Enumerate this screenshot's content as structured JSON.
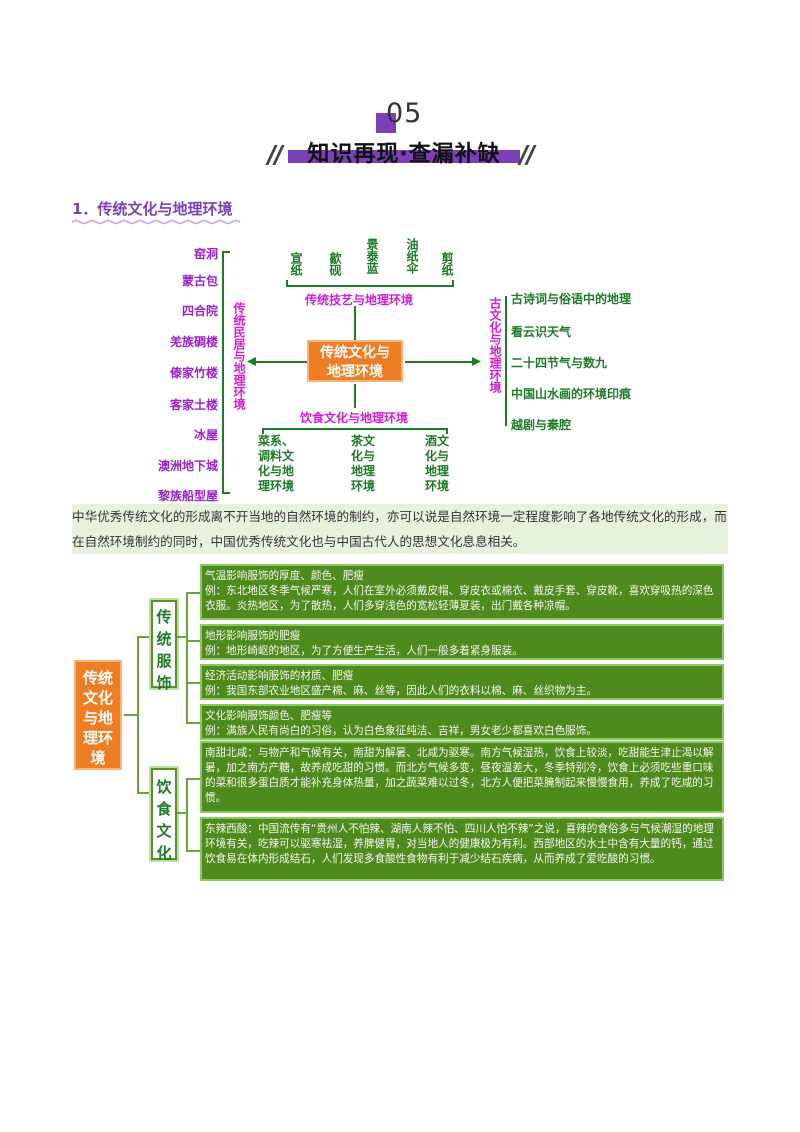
{
  "header": {
    "number": "05",
    "title": "知识再现·查漏补缺"
  },
  "section": {
    "title": "1．传统文化与地理环境"
  },
  "map1": {
    "center": [
      "传统文化与",
      "地理环境"
    ],
    "left_items": [
      "窑洞",
      "蒙古包",
      "四合院",
      "羌族碉楼",
      "傣家竹楼",
      "客家土楼",
      "冰屋",
      "澳洲地下城",
      "黎族船型屋"
    ],
    "left_label": "传统民居与地理环境",
    "top_items": [
      "宣纸",
      "歙砚",
      "景泰蓝",
      "油纸伞",
      "剪纸"
    ],
    "top_label": "传统技艺与地理环境",
    "right_label": "古文化与地理环境",
    "right_items": [
      "古诗词与俗语中的地理",
      "看云识天气",
      "二十四节气与数九",
      "中国山水画的环境印痕",
      "越剧与秦腔"
    ],
    "bottom_label": "饮食文化与地理环境",
    "bottom_items": [
      [
        "菜系、",
        "调料文",
        "化与地",
        "理环境"
      ],
      [
        "茶文",
        "化与",
        "地理",
        "环境"
      ],
      [
        "酒文",
        "化与",
        "地理",
        "环境"
      ]
    ]
  },
  "paragraph": "中华优秀传统文化的形成离不开当地的自然环境的制约，亦可以说是自然环境一定程度影响了各地传统文化的形成，而在自然环境制约的同时，中国优秀传统文化也与中国古代人的思想文化息息相关。",
  "map2": {
    "root": "传统文化与地理环境",
    "branches": [
      "传统服饰",
      "饮食文化"
    ],
    "clothing": [
      "气温影响服饰的厚度、颜色、肥瘦\n例：东北地区冬季气候严寒，人们在室外必须戴皮帽、穿皮衣或棉衣、戴皮手套、穿皮靴，喜欢穿吸热的深色衣服。炎热地区，为了散热，人们多穿浅色的宽松轻薄夏装，出门戴各种凉帽。",
      "地形影响服饰的肥瘦\n例：地形崎岖的地区，为了方便生产生活，人们一般多着紧身服装。",
      "经济活动影响服饰的材质、肥瘦\n例：我国东部农业地区盛产棉、麻、丝等，因此人们的衣料以棉、麻、丝织物为主。",
      "文化影响服饰颜色、肥瘦等\n例：满族人民有尚白的习俗，认为白色象征纯洁、吉祥，男女老少都喜欢白色服饰。"
    ],
    "food": [
      "南甜北咸：与物产和气候有关，南甜为解暑、北咸为驱寒。南方气候湿热，饮食上较淡，吃甜能生津止渴以解暑，加之南方产糖，故养成吃甜的习惯。而北方气候多变，昼夜温差大，冬季特别冷，饮食上必须吃些重口味的菜和很多蛋白质才能补充身体热量，加之蔬菜难以过冬，北方人便把菜腌制起来慢慢食用，养成了吃咸的习惯。",
      "东辣西酸：中国流传有“贵州人不怕辣、湖南人辣不怕、四川人怕不辣”之说，喜辣的食俗多与气候潮湿的地理环境有关，吃辣可以驱寒祛湿，养脾健胃，对当地人的健康极为有利。西部地区的水土中含有大量的钙，通过饮食易在体内形成结石，人们发现多食酸性食物有利于减少结石疾病，从而养成了爱吃酸的习惯。"
    ]
  }
}
